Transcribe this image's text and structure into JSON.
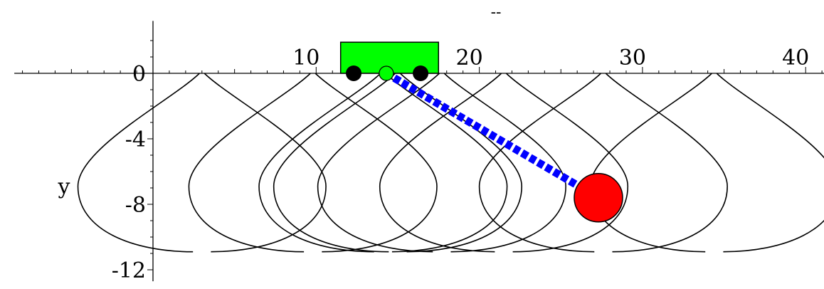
{
  "plot_title": "--",
  "y_axis_label": "y",
  "x_tick_labels": [
    "10",
    "20",
    "30",
    "40"
  ],
  "y_tick_labels": [
    "0",
    "-4",
    "-8",
    "-12"
  ],
  "colors": {
    "trace": "#000000",
    "cart": "#00ff00",
    "wheel": "#000000",
    "pivot": "#00ff00",
    "rod": "#0000ff",
    "bob": "#ff0000"
  },
  "chart_data": {
    "type": "line",
    "title": "--",
    "xlabel": "",
    "ylabel": "y",
    "xlim": [
      -8.5,
      41.5
    ],
    "ylim": [
      -12.7,
      3.2
    ],
    "x_ticks": [
      10,
      20,
      30,
      40
    ],
    "y_ticks": [
      0,
      -4,
      -8,
      -12
    ],
    "trace_centers_x": [
      3,
      9.8,
      14.1,
      15,
      17.7,
      21.5,
      27.6,
      34.4
    ],
    "trace_envelope": {
      "top_y": 0,
      "bottom_y": -10.9,
      "half_width": 7.6
    },
    "cart": {
      "x_min": 11.5,
      "x_max": 17.5,
      "y_min": 0,
      "y_max": 1.9
    },
    "wheels": [
      {
        "x": 12.3,
        "y": 0
      },
      {
        "x": 16.4,
        "y": 0
      }
    ],
    "pivot": {
      "x": 14.3,
      "y": 0
    },
    "bob": {
      "x": 27.3,
      "y": -7.6
    }
  }
}
